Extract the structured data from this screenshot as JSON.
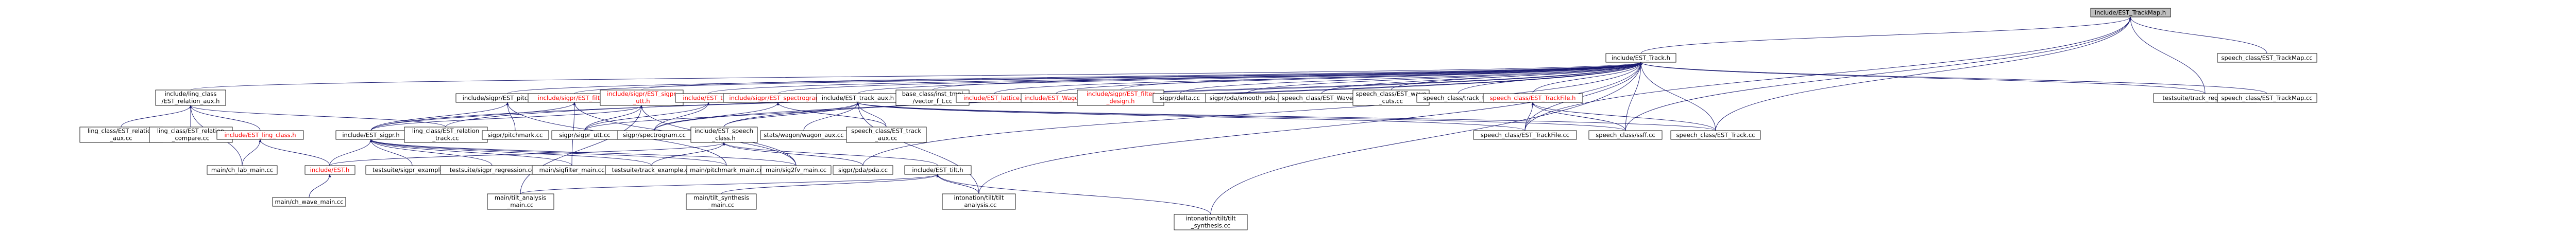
{
  "graph": {
    "style": {
      "edge_color": "#191970",
      "node_fill": "#ffffff",
      "focus_fill": "#bfbfbf",
      "border_normal": "#000000",
      "border_missing": "#ff0000",
      "text_normal": "#000000",
      "text_missing": "#ff0000"
    },
    "nodes": [
      {
        "id": "n0",
        "label": [
          "include/EST_TrackMap.h"
        ],
        "kind": "focus"
      },
      {
        "id": "n1",
        "label": [
          "include/EST_Track.h"
        ],
        "kind": "normal"
      },
      {
        "id": "n2",
        "label": [
          "speech_class/EST_TrackMap.cc"
        ],
        "kind": "normal"
      },
      {
        "id": "n3",
        "label": [
          "include/ling_class",
          "/EST_relation_aux.h"
        ],
        "kind": "normal"
      },
      {
        "id": "n4",
        "label": [
          "include/sigpr/EST_pitchmark.h"
        ],
        "kind": "normal"
      },
      {
        "id": "n5",
        "label": [
          "include/sigpr/EST_filter.h"
        ],
        "kind": "missing"
      },
      {
        "id": "n6",
        "label": [
          "include/sigpr/EST_sigpr",
          "_utt.h"
        ],
        "kind": "missing"
      },
      {
        "id": "n7",
        "label": [
          "include/EST_tilt.h"
        ],
        "kind": "missing"
      },
      {
        "id": "n8",
        "label": [
          "include/sigpr/EST_spectrogram.h"
        ],
        "kind": "missing"
      },
      {
        "id": "n9",
        "label": [
          "include/EST_track_aux.h"
        ],
        "kind": "normal"
      },
      {
        "id": "n10",
        "label": [
          "base_class/inst_tmpl",
          "/vector_f_t.cc"
        ],
        "kind": "normal"
      },
      {
        "id": "n11",
        "label": [
          "include/EST_lattice.h"
        ],
        "kind": "missing"
      },
      {
        "id": "n12",
        "label": [
          "include/EST_Wagon.h"
        ],
        "kind": "missing"
      },
      {
        "id": "n13",
        "label": [
          "include/sigpr/EST_filter",
          "_design.h"
        ],
        "kind": "missing"
      },
      {
        "id": "n14",
        "label": [
          "sigpr/delta.cc"
        ],
        "kind": "normal"
      },
      {
        "id": "n15",
        "label": [
          "sigpr/pda/smooth_pda.cc"
        ],
        "kind": "normal"
      },
      {
        "id": "n16",
        "label": [
          "speech_class/EST_Wave.cc"
        ],
        "kind": "normal"
      },
      {
        "id": "n17",
        "label": [
          "speech_class/EST_wave",
          "_cuts.cc"
        ],
        "kind": "normal"
      },
      {
        "id": "n18",
        "label": [
          "speech_class/track_t.cc"
        ],
        "kind": "normal"
      },
      {
        "id": "n19",
        "label": [
          "speech_class/EST_TrackFile.h"
        ],
        "kind": "missing"
      },
      {
        "id": "n20",
        "label": [
          "testsuite/track_regression.cc"
        ],
        "kind": "normal"
      },
      {
        "id": "n21",
        "label": [
          "speech_class/EST_TrackMap.cc"
        ],
        "kind": "normal"
      },
      {
        "id": "n22",
        "label": [
          "ling_class/EST_relation",
          "_aux.cc"
        ],
        "kind": "normal"
      },
      {
        "id": "n23",
        "label": [
          "ling_class/EST_relation",
          "_compare.cc"
        ],
        "kind": "normal"
      },
      {
        "id": "n24",
        "label": [
          "include/EST_ling_class.h"
        ],
        "kind": "missing"
      },
      {
        "id": "n25",
        "label": [
          "include/EST_sigpr.h"
        ],
        "kind": "normal"
      },
      {
        "id": "n26",
        "label": [
          "ling_class/EST_relation",
          "_track.cc"
        ],
        "kind": "normal"
      },
      {
        "id": "n27",
        "label": [
          "sigpr/pitchmark.cc"
        ],
        "kind": "normal"
      },
      {
        "id": "n28",
        "label": [
          "sigpr/sigpr_utt.cc"
        ],
        "kind": "normal"
      },
      {
        "id": "n29",
        "label": [
          "sigpr/spectrogram.cc"
        ],
        "kind": "normal"
      },
      {
        "id": "n30",
        "label": [
          "include/EST_speech",
          "_class.h"
        ],
        "kind": "normal"
      },
      {
        "id": "n31",
        "label": [
          "stats/wagon/wagon_aux.cc"
        ],
        "kind": "normal"
      },
      {
        "id": "n32",
        "label": [
          "speech_class/EST_track",
          "_aux.cc"
        ],
        "kind": "normal"
      },
      {
        "id": "n33",
        "label": [
          "speech_class/EST_TrackFile.cc"
        ],
        "kind": "normal"
      },
      {
        "id": "n34",
        "label": [
          "speech_class/ssff.cc"
        ],
        "kind": "normal"
      },
      {
        "id": "n35",
        "label": [
          "speech_class/EST_Track.cc"
        ],
        "kind": "normal"
      },
      {
        "id": "n36",
        "label": [
          "main/ch_lab_main.cc"
        ],
        "kind": "normal"
      },
      {
        "id": "n37",
        "label": [
          "include/EST.h"
        ],
        "kind": "missing"
      },
      {
        "id": "n38",
        "label": [
          "testsuite/sigpr_example.cc"
        ],
        "kind": "normal"
      },
      {
        "id": "n39",
        "label": [
          "testsuite/sigpr_regression.cc"
        ],
        "kind": "normal"
      },
      {
        "id": "n40",
        "label": [
          "main/sigfilter_main.cc"
        ],
        "kind": "normal"
      },
      {
        "id": "n41",
        "label": [
          "testsuite/track_example.cc"
        ],
        "kind": "normal"
      },
      {
        "id": "n42",
        "label": [
          "main/pitchmark_main.cc"
        ],
        "kind": "normal"
      },
      {
        "id": "n43",
        "label": [
          "main/sig2fv_main.cc"
        ],
        "kind": "normal"
      },
      {
        "id": "n44",
        "label": [
          "sigpr/pda/pda.cc"
        ],
        "kind": "normal"
      },
      {
        "id": "n45",
        "label": [
          "include/EST_tilt.h"
        ],
        "kind": "normal"
      },
      {
        "id": "n46",
        "label": [
          "main/ch_wave_main.cc"
        ],
        "kind": "normal"
      },
      {
        "id": "n47",
        "label": [
          "main/tilt_analysis",
          "_main.cc"
        ],
        "kind": "normal"
      },
      {
        "id": "n48",
        "label": [
          "main/tilt_synthesis",
          "_main.cc"
        ],
        "kind": "normal"
      },
      {
        "id": "n49",
        "label": [
          "intonation/tilt/tilt",
          "_analysis.cc"
        ],
        "kind": "normal"
      },
      {
        "id": "n50",
        "label": [
          "intonation/tilt/tilt",
          "_synthesis.cc"
        ],
        "kind": "normal"
      }
    ],
    "edges": [
      [
        "n0",
        "n1"
      ],
      [
        "n0",
        "n2"
      ],
      [
        "n0",
        "n20"
      ],
      [
        "n0",
        "n33"
      ],
      [
        "n0",
        "n34"
      ],
      [
        "n0",
        "n35"
      ],
      [
        "n1",
        "n3"
      ],
      [
        "n1",
        "n4"
      ],
      [
        "n1",
        "n5"
      ],
      [
        "n1",
        "n6"
      ],
      [
        "n1",
        "n7"
      ],
      [
        "n1",
        "n8"
      ],
      [
        "n1",
        "n9"
      ],
      [
        "n1",
        "n10"
      ],
      [
        "n1",
        "n11"
      ],
      [
        "n1",
        "n12"
      ],
      [
        "n1",
        "n13"
      ],
      [
        "n1",
        "n14"
      ],
      [
        "n1",
        "n15"
      ],
      [
        "n1",
        "n16"
      ],
      [
        "n1",
        "n17"
      ],
      [
        "n1",
        "n18"
      ],
      [
        "n1",
        "n19"
      ],
      [
        "n1",
        "n20"
      ],
      [
        "n1",
        "n21"
      ],
      [
        "n1",
        "n25"
      ],
      [
        "n1",
        "n30"
      ],
      [
        "n1",
        "n26"
      ],
      [
        "n1",
        "n29"
      ],
      [
        "n1",
        "n33"
      ],
      [
        "n1",
        "n34"
      ],
      [
        "n1",
        "n35"
      ],
      [
        "n1",
        "n44"
      ],
      [
        "n1",
        "n49"
      ],
      [
        "n1",
        "n50"
      ],
      [
        "n3",
        "n22"
      ],
      [
        "n3",
        "n23"
      ],
      [
        "n3",
        "n24"
      ],
      [
        "n3",
        "n26"
      ],
      [
        "n3",
        "n36"
      ],
      [
        "n4",
        "n25"
      ],
      [
        "n4",
        "n27"
      ],
      [
        "n4",
        "n42"
      ],
      [
        "n5",
        "n25"
      ],
      [
        "n5",
        "n40"
      ],
      [
        "n5",
        "n43"
      ],
      [
        "n6",
        "n25"
      ],
      [
        "n6",
        "n28"
      ],
      [
        "n6",
        "n43"
      ],
      [
        "n6",
        "n47"
      ],
      [
        "n7",
        "n28"
      ],
      [
        "n7",
        "n29"
      ],
      [
        "n8",
        "n29"
      ],
      [
        "n8",
        "n32"
      ],
      [
        "n9",
        "n28"
      ],
      [
        "n9",
        "n30"
      ],
      [
        "n9",
        "n31"
      ],
      [
        "n9",
        "n32"
      ],
      [
        "n9",
        "n33"
      ],
      [
        "n9",
        "n34"
      ],
      [
        "n9",
        "n35"
      ],
      [
        "n9",
        "n49"
      ],
      [
        "n19",
        "n33"
      ],
      [
        "n19",
        "n34"
      ],
      [
        "n19",
        "n35"
      ],
      [
        "n24",
        "n37"
      ],
      [
        "n24",
        "n36"
      ],
      [
        "n25",
        "n37"
      ],
      [
        "n25",
        "n38"
      ],
      [
        "n25",
        "n39"
      ],
      [
        "n25",
        "n40"
      ],
      [
        "n25",
        "n41"
      ],
      [
        "n25",
        "n42"
      ],
      [
        "n25",
        "n43"
      ],
      [
        "n30",
        "n37"
      ],
      [
        "n30",
        "n41"
      ],
      [
        "n30",
        "n44"
      ],
      [
        "n30",
        "n45"
      ],
      [
        "n37",
        "n46"
      ],
      [
        "n45",
        "n47"
      ],
      [
        "n45",
        "n48"
      ],
      [
        "n45",
        "n49"
      ],
      [
        "n45",
        "n50"
      ]
    ]
  }
}
